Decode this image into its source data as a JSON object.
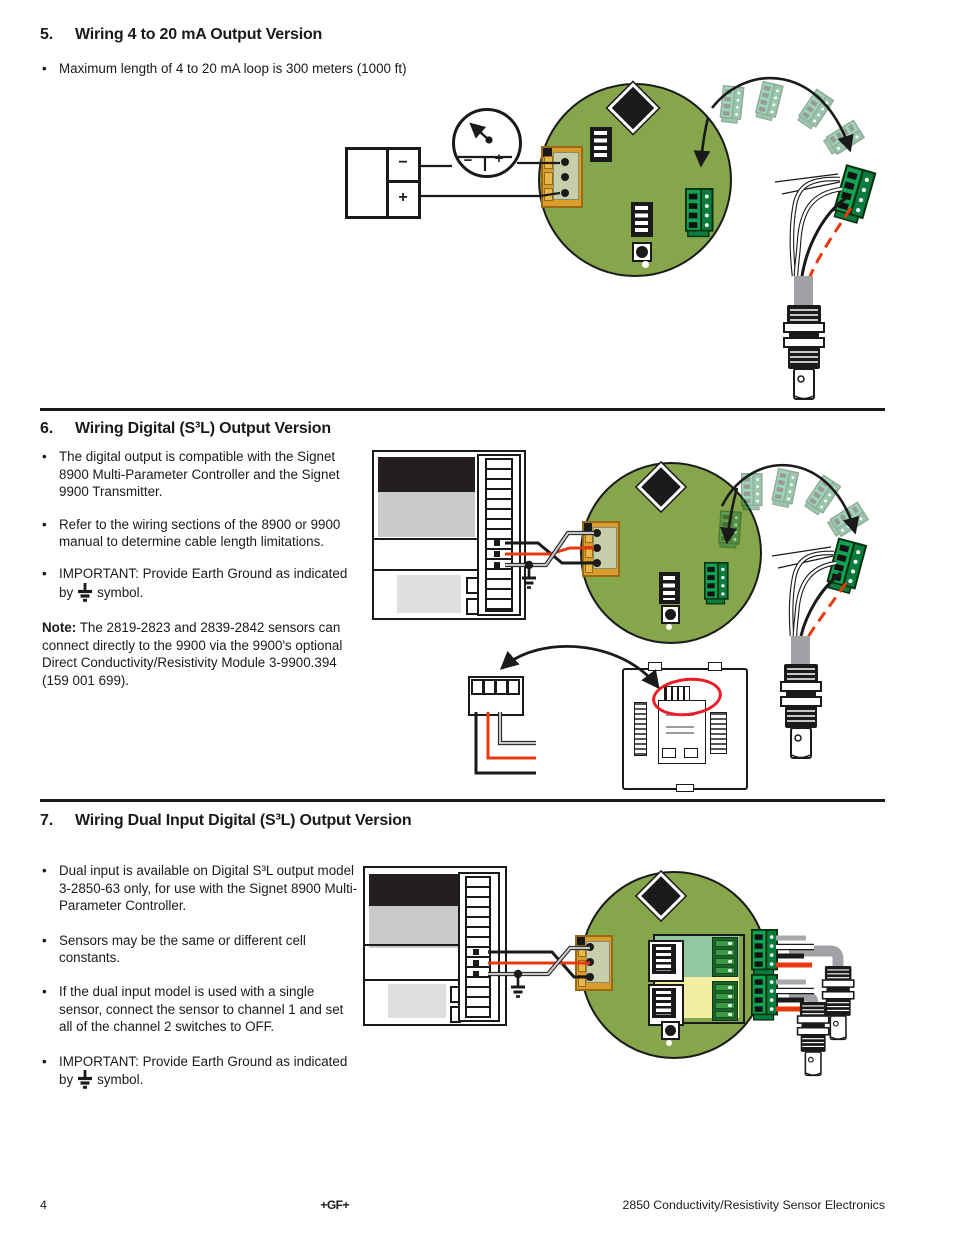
{
  "document": {
    "page_number": "4",
    "brand": "+GF+",
    "footer_title": "2850 Conductivity/Resistivity Sensor Electronics"
  },
  "symbols": {
    "minus": "−",
    "plus": "+"
  },
  "colors": {
    "pcb_green": "#85A64A",
    "connector_green": "#11A254",
    "connector_green_dark": "#0B7B3E",
    "terminal_orange": "#D99C2D",
    "panel_sage": "#C6CFA9",
    "channel1_teal": "#93C7A2",
    "channel2_yellow": "#F2EFA3",
    "wire_red": "#E8380D",
    "highlight_red": "#EC1C24",
    "cable_gray": "#A0A2A5",
    "silver_wire": "#C4C6C8",
    "band_black": "#231F20",
    "band_gray": "#C9CACC"
  },
  "section5": {
    "number": "5.",
    "title": "Wiring 4 to 20 mA Output Version",
    "bullets": [
      "Maximum length of 4 to 20 mA loop is 300 meters (1000 ft)"
    ]
  },
  "section6": {
    "number": "6.",
    "title": "Wiring Digital (S³L) Output Version",
    "bullets": [
      "The digital output is compatible with the Signet 8900 Multi-Parameter Controller and the Signet 9900 Transmitter.",
      "Refer to the wiring sections of the 8900 or 9900 manual to determine cable length limitations."
    ],
    "important_pre": "IMPORTANT: Provide Earth Ground as indicated by",
    "important_post": "symbol.",
    "note_label": "Note:",
    "note_text": "The 2819-2823 and 2839-2842 sensors can connect directly to the 9900 via the 9900's optional Direct Conductivity/Resistivity Module 3-9900.394 (159 001 699)."
  },
  "section7": {
    "number": "7.",
    "title": "Wiring Dual Input Digital (S³L) Output Version",
    "bullets": [
      "Dual input is available on Digital S³L output model 3-2850-63 only, for use with the Signet 8900 Multi-Parameter Controller.",
      "Sensors may be the same or different cell constants.",
      "If the dual input model is used with a single sensor, connect the sensor to channel 1 and set all of the channel 2 switches to OFF."
    ],
    "important_pre": "IMPORTANT: Provide Earth Ground as indicated by",
    "important_post": "symbol."
  }
}
